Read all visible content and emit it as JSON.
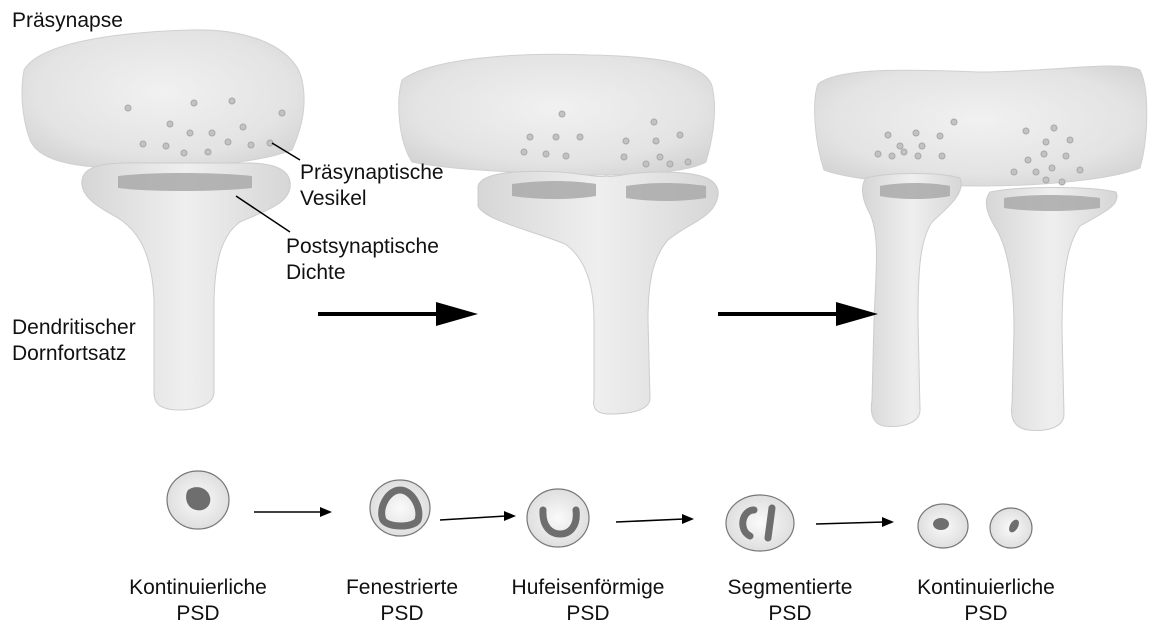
{
  "labels": {
    "presynapse": "Präsynapse",
    "vesicles_line1": "Präsynaptische",
    "vesicles_line2": "Vesikel",
    "psd_line1": "Postsynaptische",
    "psd_line2": "Dichte",
    "spine_line1": "Dendritischer",
    "spine_line2": "Dornfortsatz"
  },
  "psd_stages": [
    {
      "line1": "Kontinuierliche",
      "line2": "PSD"
    },
    {
      "line1": "Fenestrierte",
      "line2": "PSD"
    },
    {
      "line1": "Hufeisenförmige",
      "line2": "PSD"
    },
    {
      "line1": "Segmentierte",
      "line2": "PSD"
    },
    {
      "line1": "Kontinuierliche",
      "line2": "PSD"
    }
  ],
  "colors": {
    "tissue": "#e2e2e2",
    "tissue_edge": "#cfcfcf",
    "psd_band": "#a9a9a9",
    "psd_dark": "#6e6e6e",
    "vesicle": "#b5b5b5",
    "arrow": "#000000"
  }
}
